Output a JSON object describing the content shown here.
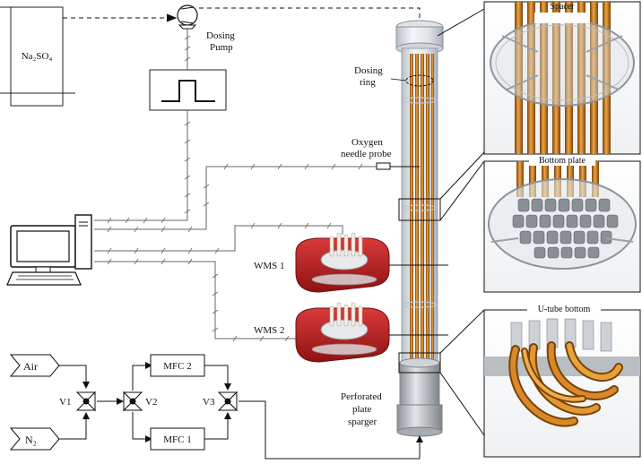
{
  "labels": {
    "tank": "Na₂SO₄",
    "dosing_pump_l1": "Dosing",
    "dosing_pump_l2": "Pump",
    "dosing_ring_l1": "Dosing",
    "dosing_ring_l2": "ring",
    "oxygen_probe_l1": "Oxygen",
    "oxygen_probe_l2": "needle probe",
    "wms1": "WMS 1",
    "wms2": "WMS 2",
    "sparger_l1": "Perforated",
    "sparger_l2": "plate",
    "sparger_l3": "sparger",
    "air": "Air",
    "n2": "N₂",
    "v1": "V1",
    "v2": "V2",
    "v3": "V3",
    "mfc1": "MFC 1",
    "mfc2": "MFC 2",
    "inset_spacer": "Spacer",
    "inset_bottom_plate": "Bottom plate",
    "inset_utube": "U-tube bottom"
  },
  "colors": {
    "tube_copper": "#c8791a",
    "tube_copper_dark": "#7a4208",
    "wms_red": "#b31b1b",
    "glass": "#d8dde3",
    "steel": "#a9adb2"
  }
}
